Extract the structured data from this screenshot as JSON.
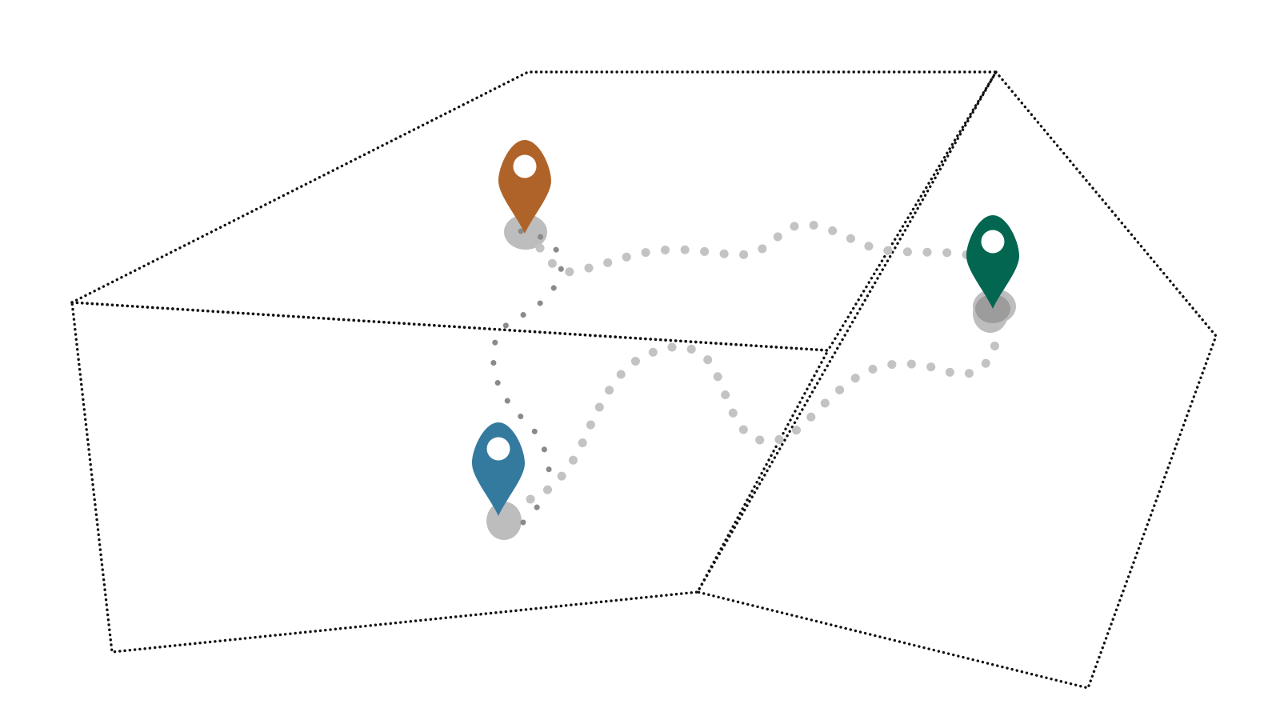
{
  "map": {
    "style": "dotted-boundary schematic map",
    "regions": [
      "region-upper",
      "region-lower-left",
      "region-lower-right"
    ],
    "routes": [
      "route-orange-to-green",
      "route-orange-to-blue",
      "route-blue-to-green"
    ]
  },
  "markers": [
    {
      "name": "orange-location-pin",
      "color": "#b06328",
      "icon": "map-pin-icon"
    },
    {
      "name": "green-location-pin",
      "color": "#036650",
      "icon": "map-pin-icon"
    },
    {
      "name": "blue-location-pin",
      "color": "#347a9e",
      "icon": "map-pin-icon"
    }
  ],
  "colors": {
    "boundary": "#111111",
    "route_light": "#c3c3c3",
    "route_dark": "#8a8a8a",
    "pin_shadow": "#bdbdbd"
  }
}
